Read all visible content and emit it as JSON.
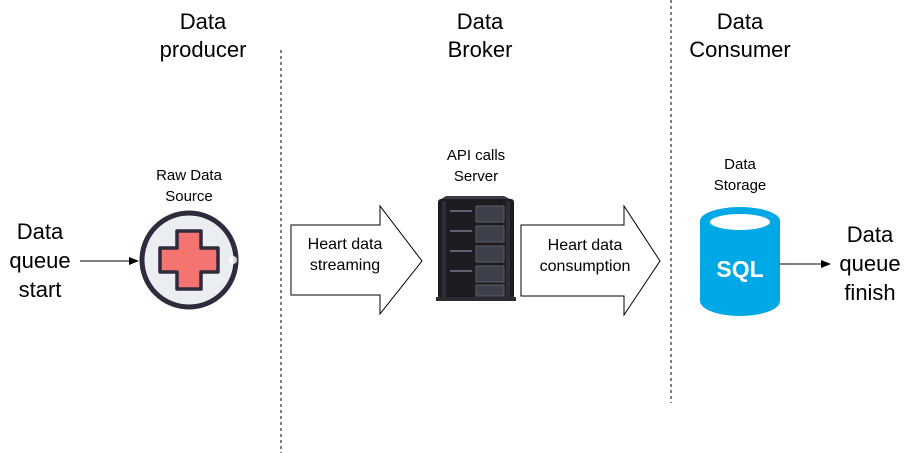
{
  "columns": {
    "producer": {
      "line1": "Data",
      "line2": "producer"
    },
    "broker": {
      "line1": "Data",
      "line2": "Broker"
    },
    "consumer": {
      "line1": "Data",
      "line2": "Consumer"
    }
  },
  "queue_start": {
    "line1": "Data",
    "line2": "queue",
    "line3": "start"
  },
  "queue_finish": {
    "line1": "Data",
    "line2": "queue",
    "line3": "finish"
  },
  "raw_source": {
    "line1": "Raw Data",
    "line2": "Source"
  },
  "server": {
    "line1": "API calls",
    "line2": "Server"
  },
  "storage": {
    "line1": "Data",
    "line2": "Storage",
    "db_label": "SQL"
  },
  "arrow_streaming": {
    "line1": "Heart data",
    "line2": "streaming"
  },
  "arrow_consumption": {
    "line1": "Heart data",
    "line2": "consumption"
  },
  "colors": {
    "medical_circle_fill": "#ebeef1",
    "medical_cross": "#f47470",
    "outline_dark": "#2f2a3d",
    "sql_blue": "#00a8e6",
    "server_body": "#1c1c21"
  }
}
